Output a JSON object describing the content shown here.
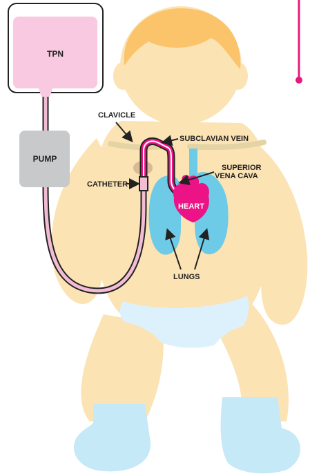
{
  "diagram": {
    "bag_label": "TPN",
    "pump_label": "PUMP",
    "heart_label": "HEART",
    "labels": {
      "clavicle": "CLAVICLE",
      "subclavian_vein": "SUBCLAVIAN VEIN",
      "svc_line1": "SUPERIOR",
      "svc_line2": "VENA CAVA",
      "catheter": "CATHETER",
      "lungs": "LUNGS"
    },
    "colors": {
      "skin": "#fbe3b4",
      "hair": "#fbc36a",
      "lungs": "#6ecbe8",
      "heart": "#ec1387",
      "bag": "#f8c9e0",
      "pump": "#c8c9cb",
      "tube": "#f3bcd5",
      "diaper": "#dcf1fb",
      "booties": "#c6e9f7",
      "clavicle": "#e3d3a5",
      "catheter_pad": "#d9ba98"
    }
  }
}
